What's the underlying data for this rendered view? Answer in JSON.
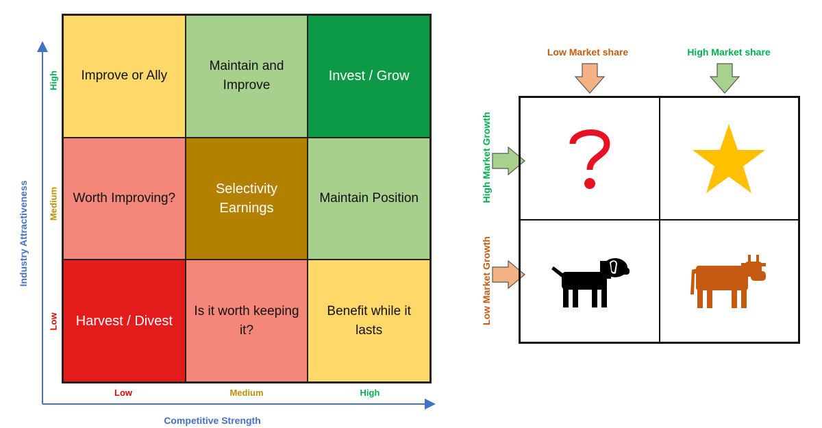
{
  "ge_matrix": {
    "y_axis_title": "Industry Attractiveness",
    "x_axis_title": "Competitive Strength",
    "y_ticks": [
      {
        "label": "High",
        "color": "#00b050"
      },
      {
        "label": "Medium",
        "color": "#bf8f00"
      },
      {
        "label": "Low",
        "color": "#e00000"
      }
    ],
    "x_ticks": [
      {
        "label": "Low",
        "color": "#e00000"
      },
      {
        "label": "Medium",
        "color": "#bf8f00"
      },
      {
        "label": "High",
        "color": "#00b050"
      }
    ],
    "cells": [
      {
        "text": "Improve or Ally",
        "color": "#fed96a"
      },
      {
        "text": "Maintain and Improve",
        "color": "#a8d08d"
      },
      {
        "text": "Invest / Grow",
        "color": "#0d9a46"
      },
      {
        "text": "Worth Improving?",
        "color": "#f4877a"
      },
      {
        "text": "Selectivity Earnings",
        "color": "#b38000"
      },
      {
        "text": "Maintain Position",
        "color": "#a8d08d"
      },
      {
        "text": "Harvest / Divest",
        "color": "#e31b1b"
      },
      {
        "text": "Is it worth keeping it?",
        "color": "#f4877a"
      },
      {
        "text": "Benefit while it lasts",
        "color": "#fed96a"
      }
    ]
  },
  "bcg_matrix": {
    "columns": [
      {
        "label": "Low Market share",
        "color": "#c55a11"
      },
      {
        "label": "High Market share",
        "color": "#00b050"
      }
    ],
    "rows": [
      {
        "label": "High Market Growth",
        "color": "#00b050"
      },
      {
        "label": "Low Market Growth",
        "color": "#c55a11"
      }
    ],
    "quadrants": [
      {
        "icon": "question-mark-icon",
        "color": "#e81123"
      },
      {
        "icon": "star-icon",
        "color": "#ffc000"
      },
      {
        "icon": "dog-icon",
        "color": "#000000"
      },
      {
        "icon": "cow-icon",
        "color": "#c55a11"
      }
    ],
    "arrow_colors": {
      "low": "#f4b183",
      "high": "#a9d18e"
    }
  }
}
